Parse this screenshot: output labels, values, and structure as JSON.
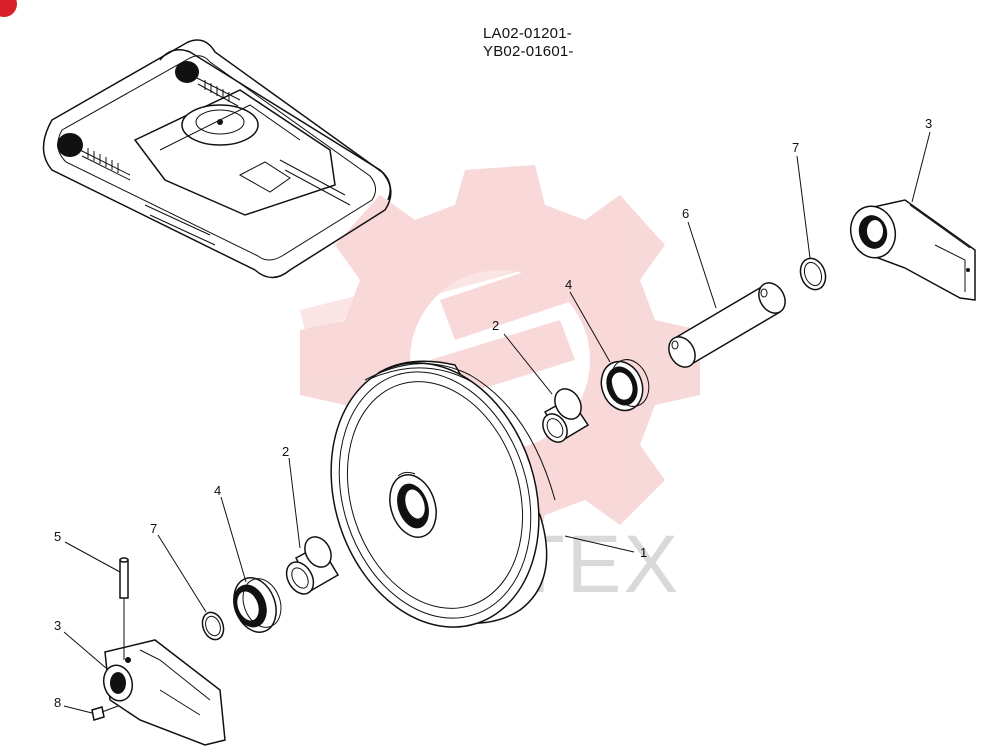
{
  "header": {
    "line1": "LA02-01201-",
    "line2": "YB02-01601-"
  },
  "watermark": {
    "text": "VIHTEX",
    "color": "#f3b9b9"
  },
  "callouts": [
    "1",
    "2",
    "2",
    "3",
    "3",
    "4",
    "4",
    "5",
    "6",
    "7",
    "7",
    "8"
  ],
  "colors": {
    "ink": "#111111",
    "corner_badge": "#d8202a"
  }
}
